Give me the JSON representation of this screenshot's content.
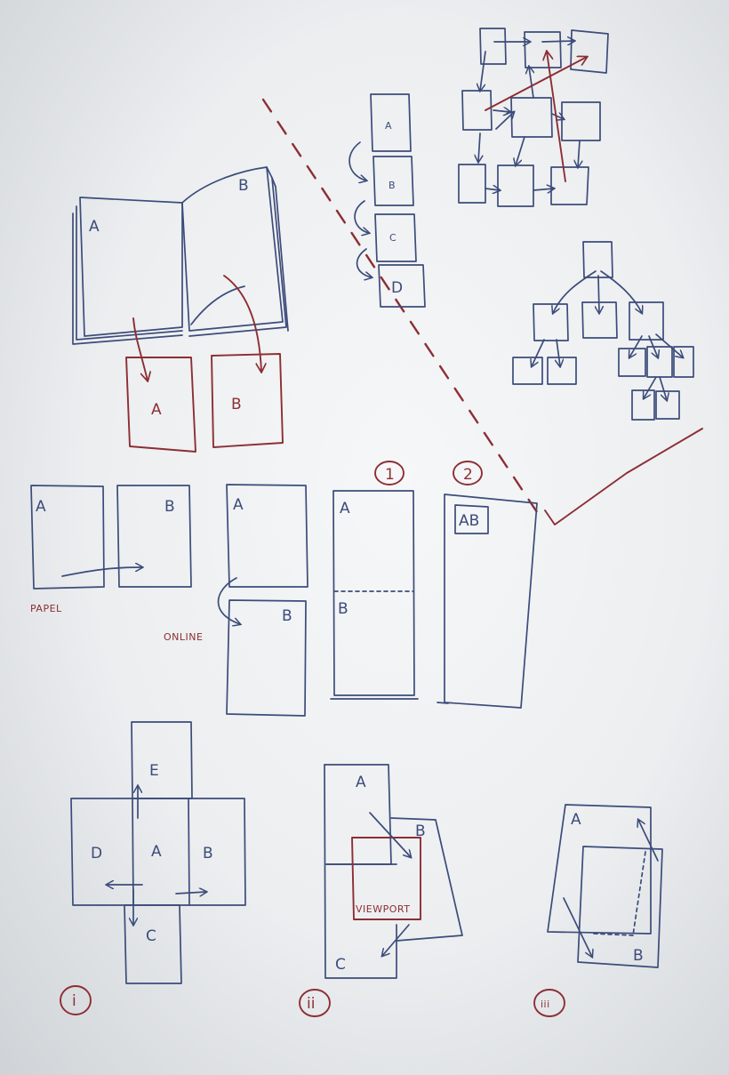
{
  "labels": {
    "book_left": "A",
    "book_right": "B",
    "extract_a": "A",
    "extract_b": "B",
    "chain": [
      "A",
      "B",
      "C",
      "D"
    ],
    "papel_a": "A",
    "papel_b": "B",
    "papel": "PAPEL",
    "online_a": "A",
    "online_b": "B",
    "online": "ONLINE",
    "num1": "1",
    "col1_a": "A",
    "col1_b": "B",
    "num2": "2",
    "col2_ab": "AB",
    "cross": [
      "E",
      "D",
      "A",
      "B",
      "C"
    ],
    "roman_i": "i",
    "vp_a": "A",
    "vp_b": "B",
    "vp_c": "C",
    "viewport": "VIEWPORT",
    "roman_ii": "ii",
    "stack_a": "A",
    "stack_b": "B",
    "roman_iii": "iii"
  }
}
